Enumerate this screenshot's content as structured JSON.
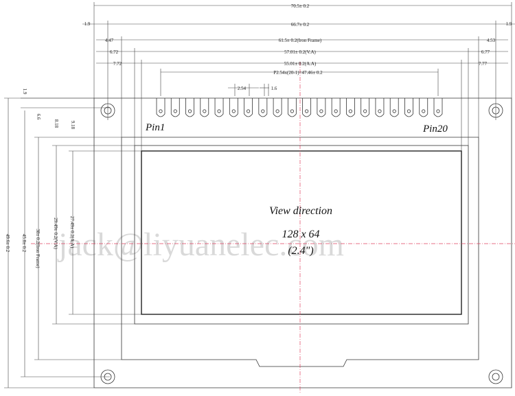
{
  "dimensions": {
    "overall_width": "70.5± 0.2",
    "left_offset_1": "1.9",
    "right_offset_1": "1.9",
    "pitch_width": "66.7± 0.2",
    "left_offset_2": "4.47",
    "iron_frame_width": "61.5± 0.2(Iron Frame)",
    "right_offset_2": "4.53",
    "left_offset_3": "6.72",
    "va_width": "57.01± 0.2(V.A)",
    "right_offset_3": "6.77",
    "left_offset_4": "7.72",
    "aa_width": "55.01± 0.2(A.A)",
    "right_offset_4": "7.77",
    "pin_pitch_total": "P2.54x(20-1)=47.46± 0.2",
    "pin_pitch": "2.54",
    "pin_width": "1.6",
    "top_offset_1": "1.9",
    "top_offset_2": "6.6",
    "top_offset_3": "8.18",
    "top_offset_4": "9.18",
    "overall_height": "49.6± 0.2",
    "pitch_height": "45.8± 0.2",
    "iron_frame_height": "38± 0.2(Iron Frame)",
    "va_height": "29.49± 0.2(V.A)",
    "aa_height": "27.49± 0.2(A.A)"
  },
  "labels": {
    "pin_first": "Pin1",
    "pin_last": "Pin20",
    "view_direction": "View direction",
    "resolution": "128 x 64",
    "size": "(2.4\")"
  },
  "watermark": "jack@liyuanelec.com",
  "pin_count": 20,
  "colors": {
    "line": "#333333",
    "centerline": "#e04060",
    "watermark": "#bbbbbb"
  }
}
